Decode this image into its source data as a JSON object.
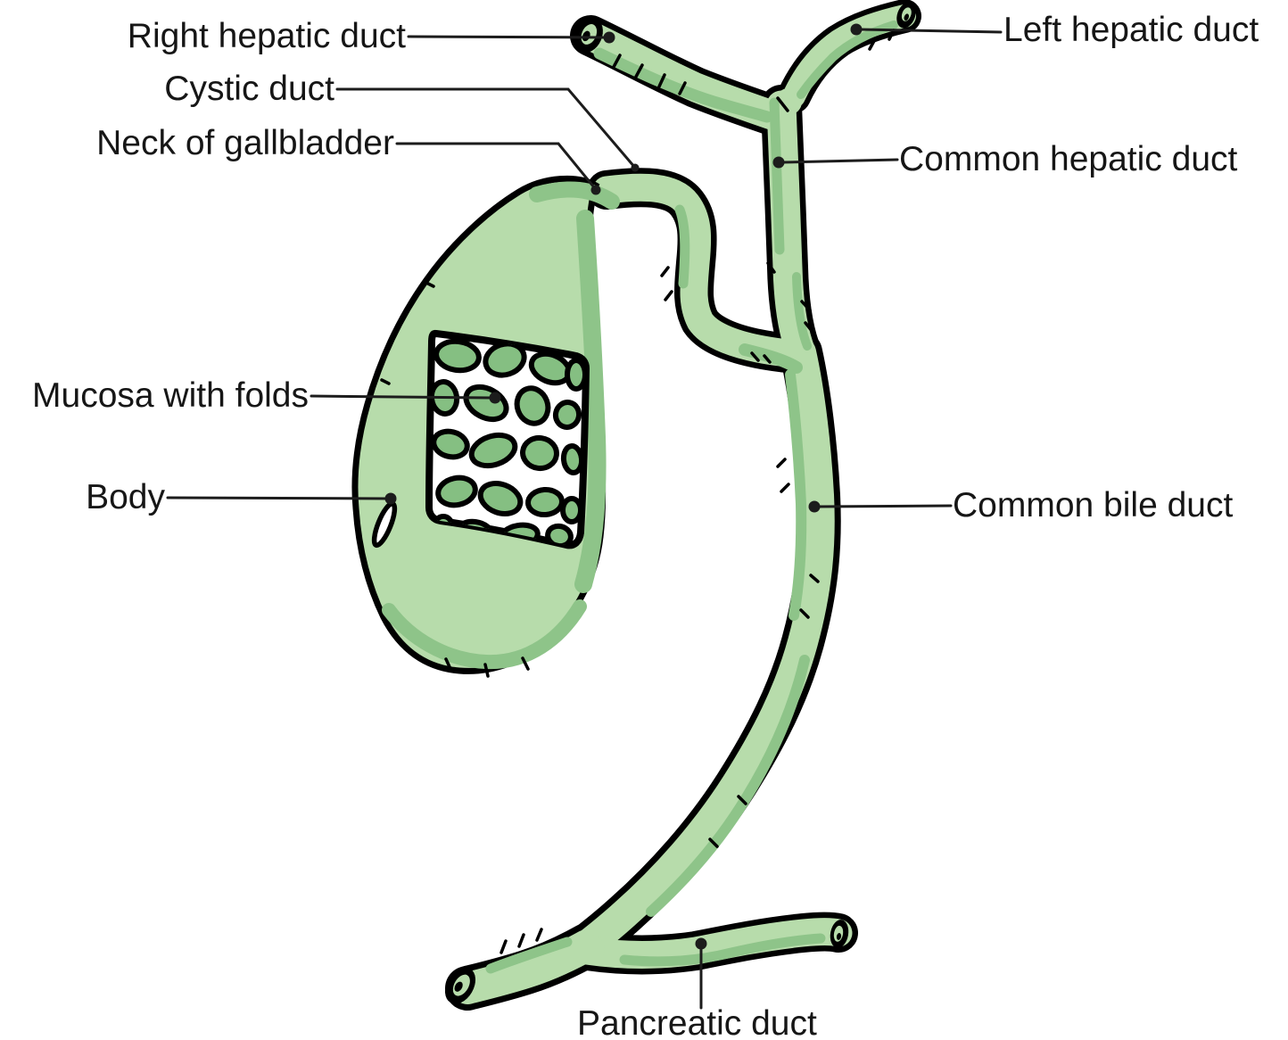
{
  "colors": {
    "background": "#ffffff",
    "outline": "#000000",
    "duct_fill": "#b7dcab",
    "duct_shade": "#8ec489",
    "fold_fill": "#85bf82",
    "label_text": "#161616",
    "leader_line": "#1c1c1c"
  },
  "labels": [
    {
      "id": "right-hepatic-duct",
      "text": "Right hepatic duct"
    },
    {
      "id": "cystic-duct",
      "text": "Cystic duct"
    },
    {
      "id": "neck-of-gallbladder",
      "text": "Neck of gallbladder"
    },
    {
      "id": "left-hepatic-duct",
      "text": "Left hepatic duct"
    },
    {
      "id": "common-hepatic-duct",
      "text": "Common hepatic duct"
    },
    {
      "id": "mucosa-with-folds",
      "text": "Mucosa with folds"
    },
    {
      "id": "body",
      "text": "Body"
    },
    {
      "id": "common-bile-duct",
      "text": "Common bile duct"
    },
    {
      "id": "pancreatic-duct",
      "text": "Pancreatic duct"
    }
  ]
}
